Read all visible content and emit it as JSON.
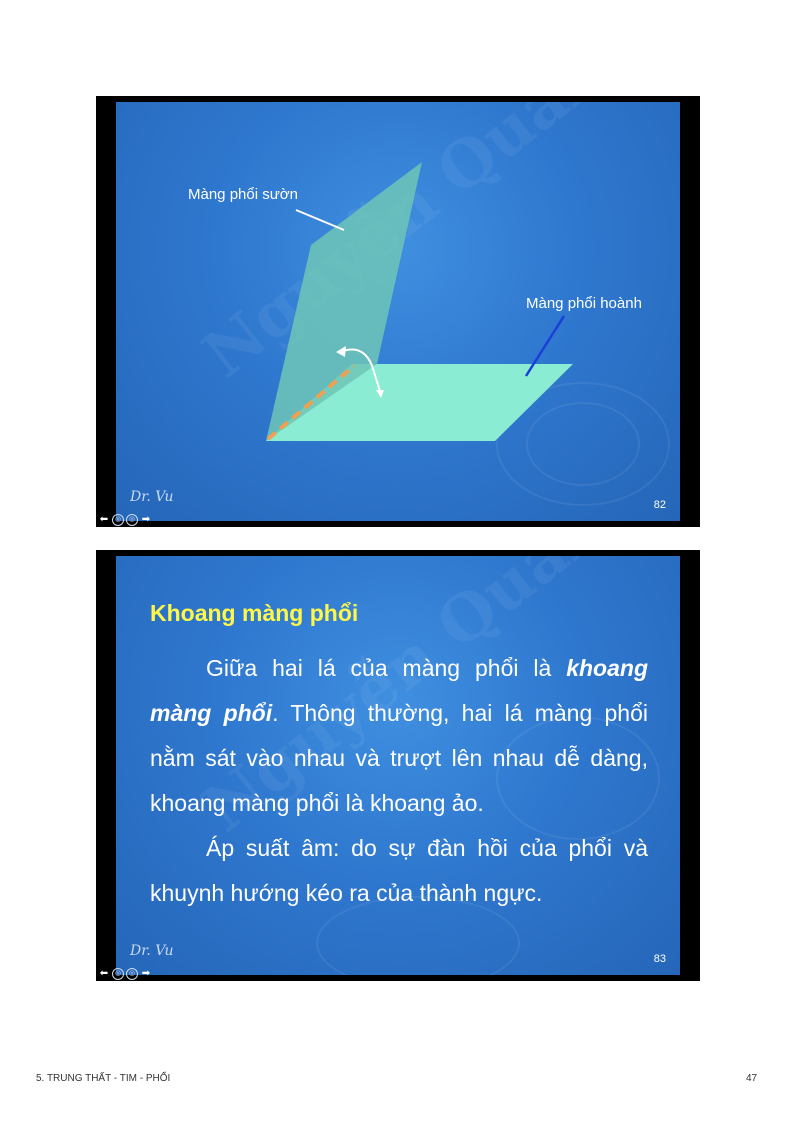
{
  "slide1": {
    "label_suon": "Màng phổi sườn",
    "label_hoanh": "Màng phổi hoành",
    "logo": "Dr. Vu",
    "number": "82"
  },
  "slide2": {
    "title": "Khoang màng phổi",
    "p1_a": "Giữa hai lá của màng phổi là ",
    "p1_b": "khoang màng phổi",
    "p1_c": ". Thông thường, hai lá màng phổi nằm sát vào nhau và trượt lên nhau dễ dàng, khoang màng phổi là khoang ảo.",
    "p2": "Áp suất âm: do sự đàn hồi của phổi và khuynh hướng kéo ra của thành ngực.",
    "logo": "Dr. Vu",
    "number": "83"
  },
  "footer": {
    "section": "5. TRUNG THẤT - TIM - PHỔI",
    "page": "47"
  },
  "colors": {
    "slide_blue": "#2f78cf",
    "plane_costal": "#6fc6b7",
    "plane_diaphragm": "#8ff2d2",
    "hinge_dashed": "#f0a050",
    "title_yellow": "#fff74a"
  }
}
